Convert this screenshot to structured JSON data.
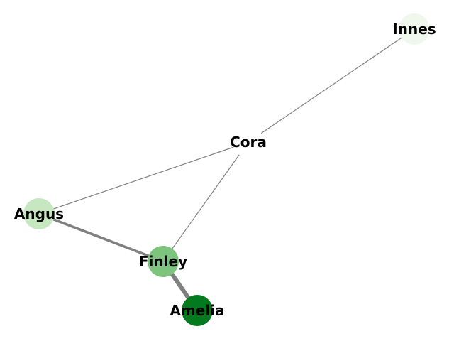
{
  "graph": {
    "nodes": [
      {
        "id": "innes",
        "label": "Innes",
        "color": "#f0f8ee"
      },
      {
        "id": "cora",
        "label": "Cora",
        "color": "#ffffff"
      },
      {
        "id": "angus",
        "label": "Angus",
        "color": "#c7e7c1"
      },
      {
        "id": "finley",
        "label": "Finley",
        "color": "#7dc47f"
      },
      {
        "id": "amelia",
        "label": "Amelia",
        "color": "#037a1e"
      }
    ],
    "edges": [
      {
        "source": "innes",
        "target": "cora",
        "weight": 1
      },
      {
        "source": "cora",
        "target": "angus",
        "weight": 1
      },
      {
        "source": "cora",
        "target": "finley",
        "weight": 1
      },
      {
        "source": "angus",
        "target": "finley",
        "weight": 3
      },
      {
        "source": "finley",
        "target": "amelia",
        "weight": 5
      }
    ],
    "edge_color": "#808080"
  }
}
